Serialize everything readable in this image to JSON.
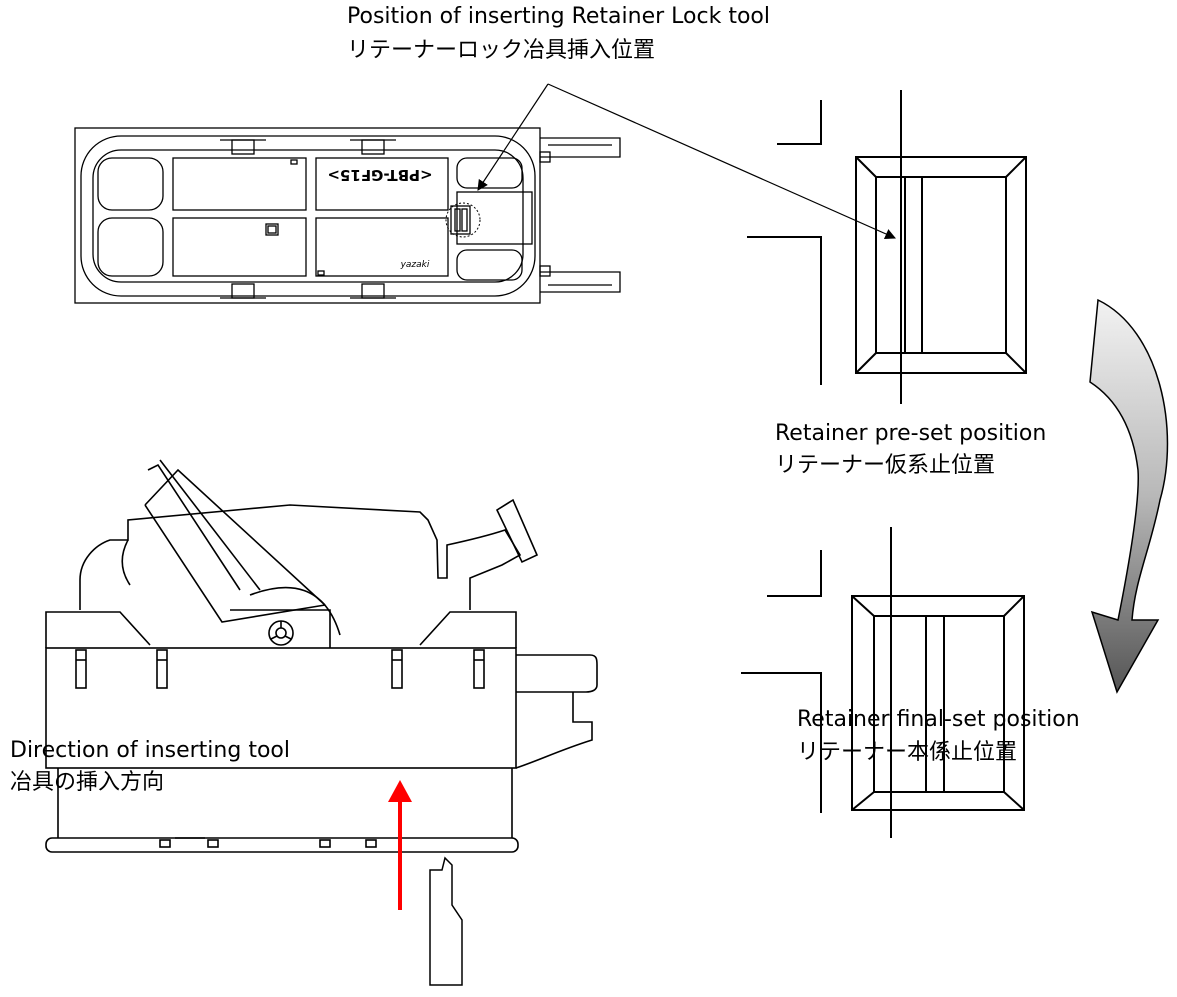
{
  "labels": {
    "insert_position": {
      "en": "Position of inserting Retainer Lock tool",
      "ja": "リテーナーロック冶具挿入位置"
    },
    "preset": {
      "en": "Retainer pre-set position",
      "ja": "リテーナー仮系止位置"
    },
    "finalset": {
      "en": "Retainer final-set position",
      "ja": "リテーナー本係止位置"
    },
    "direction": {
      "en": "Direction of inserting tool",
      "ja": "冶具の挿入方向"
    }
  },
  "connector_marking": "<PBT-GF15>",
  "maker_mark": "yazaki",
  "colors": {
    "line": "#000000",
    "arrow_red": "#ff0000",
    "curved_arrow_light": "#e0e0e0",
    "curved_arrow_dark": "#606060"
  }
}
